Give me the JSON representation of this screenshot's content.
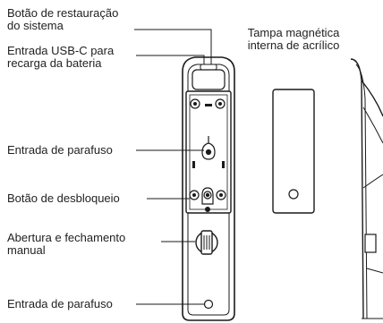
{
  "labels": {
    "reset_button": [
      "Botão de restauração",
      "do sistema"
    ],
    "usb_c_port": [
      "Entrada USB-C para",
      "recarga da bateria"
    ],
    "screw_inlet_top": [
      "Entrada de parafuso"
    ],
    "unlock_button": [
      "Botão de desbloqueio"
    ],
    "manual_lock": [
      "Abertura e fechamento",
      "manual"
    ],
    "screw_inlet_bottom": [
      "Entrada de parafuso"
    ],
    "magnetic_cover": [
      "Tampa magnética",
      "interna de acrílico"
    ]
  },
  "colors": {
    "outline": "#1a1a1a",
    "text": "#222222",
    "background": "#ffffff",
    "plate": "#ffffff"
  }
}
